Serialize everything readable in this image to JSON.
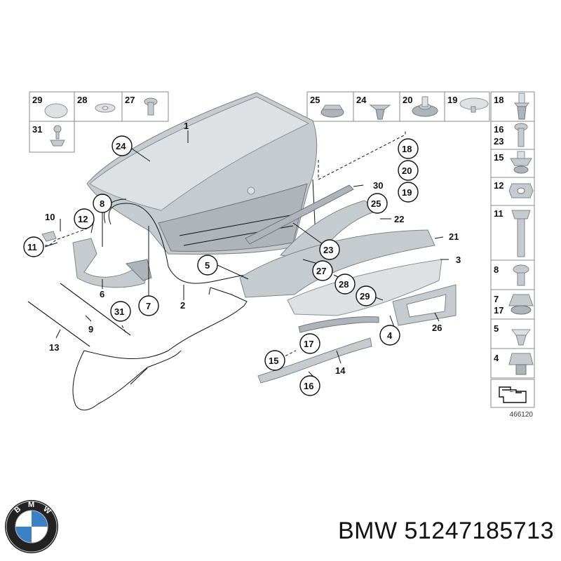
{
  "title": "BMW 51247185713",
  "reference_number": "466120",
  "logo": {
    "letters": [
      "B",
      "M",
      "W"
    ],
    "colors": {
      "blue": "#3b7fc4",
      "white": "#ffffff",
      "ring": "#222222"
    }
  },
  "fastener_boxes_left": [
    {
      "number": "29",
      "part": "cap"
    },
    {
      "number": "28",
      "part": "washer"
    },
    {
      "number": "27",
      "part": "screw"
    },
    {
      "number": "31",
      "part": "ball-stud"
    }
  ],
  "fastener_boxes_top": [
    {
      "number": "25",
      "part": "nut"
    },
    {
      "number": "24",
      "part": "clip"
    },
    {
      "number": "20",
      "part": "grommet"
    },
    {
      "number": "19",
      "part": "plug"
    },
    {
      "number": "18",
      "part": "expanding-rivet"
    }
  ],
  "fastener_boxes_right": [
    {
      "numbers": [
        "16",
        "23"
      ],
      "part": "screw"
    },
    {
      "numbers": [
        "15"
      ],
      "part": "clip-nut"
    },
    {
      "numbers": [
        "12"
      ],
      "part": "hex-nut"
    },
    {
      "numbers": [
        "11"
      ],
      "part": "bolt"
    },
    {
      "numbers": [
        "8"
      ],
      "part": "screw"
    },
    {
      "numbers": [
        "7",
        "17"
      ],
      "part": "clip-nut"
    },
    {
      "numbers": [
        "5"
      ],
      "part": "clip"
    },
    {
      "numbers": [
        "4"
      ],
      "part": "clip-nut"
    }
  ],
  "callouts": {
    "n1": "1",
    "n2": "2",
    "n3": "3",
    "n4": "4",
    "n5": "5",
    "n6": "6",
    "n7": "7",
    "n8": "8",
    "n9": "9",
    "n10": "10",
    "n11": "11",
    "n12": "12",
    "n13": "13",
    "n14": "14",
    "n15": "15",
    "n16": "16",
    "n17": "17",
    "n18": "18",
    "n19": "19",
    "n20": "20",
    "n21": "21",
    "n22": "22",
    "n23": "23",
    "n24": "24",
    "n25": "25",
    "n26": "26",
    "n27": "27",
    "n28": "28",
    "n29": "29",
    "n30": "30",
    "n31": "31"
  },
  "colors": {
    "part_fill": "#c6cbcf",
    "part_stroke": "#7d848a",
    "line": "#111111",
    "box_border": "#8a8a8a"
  }
}
